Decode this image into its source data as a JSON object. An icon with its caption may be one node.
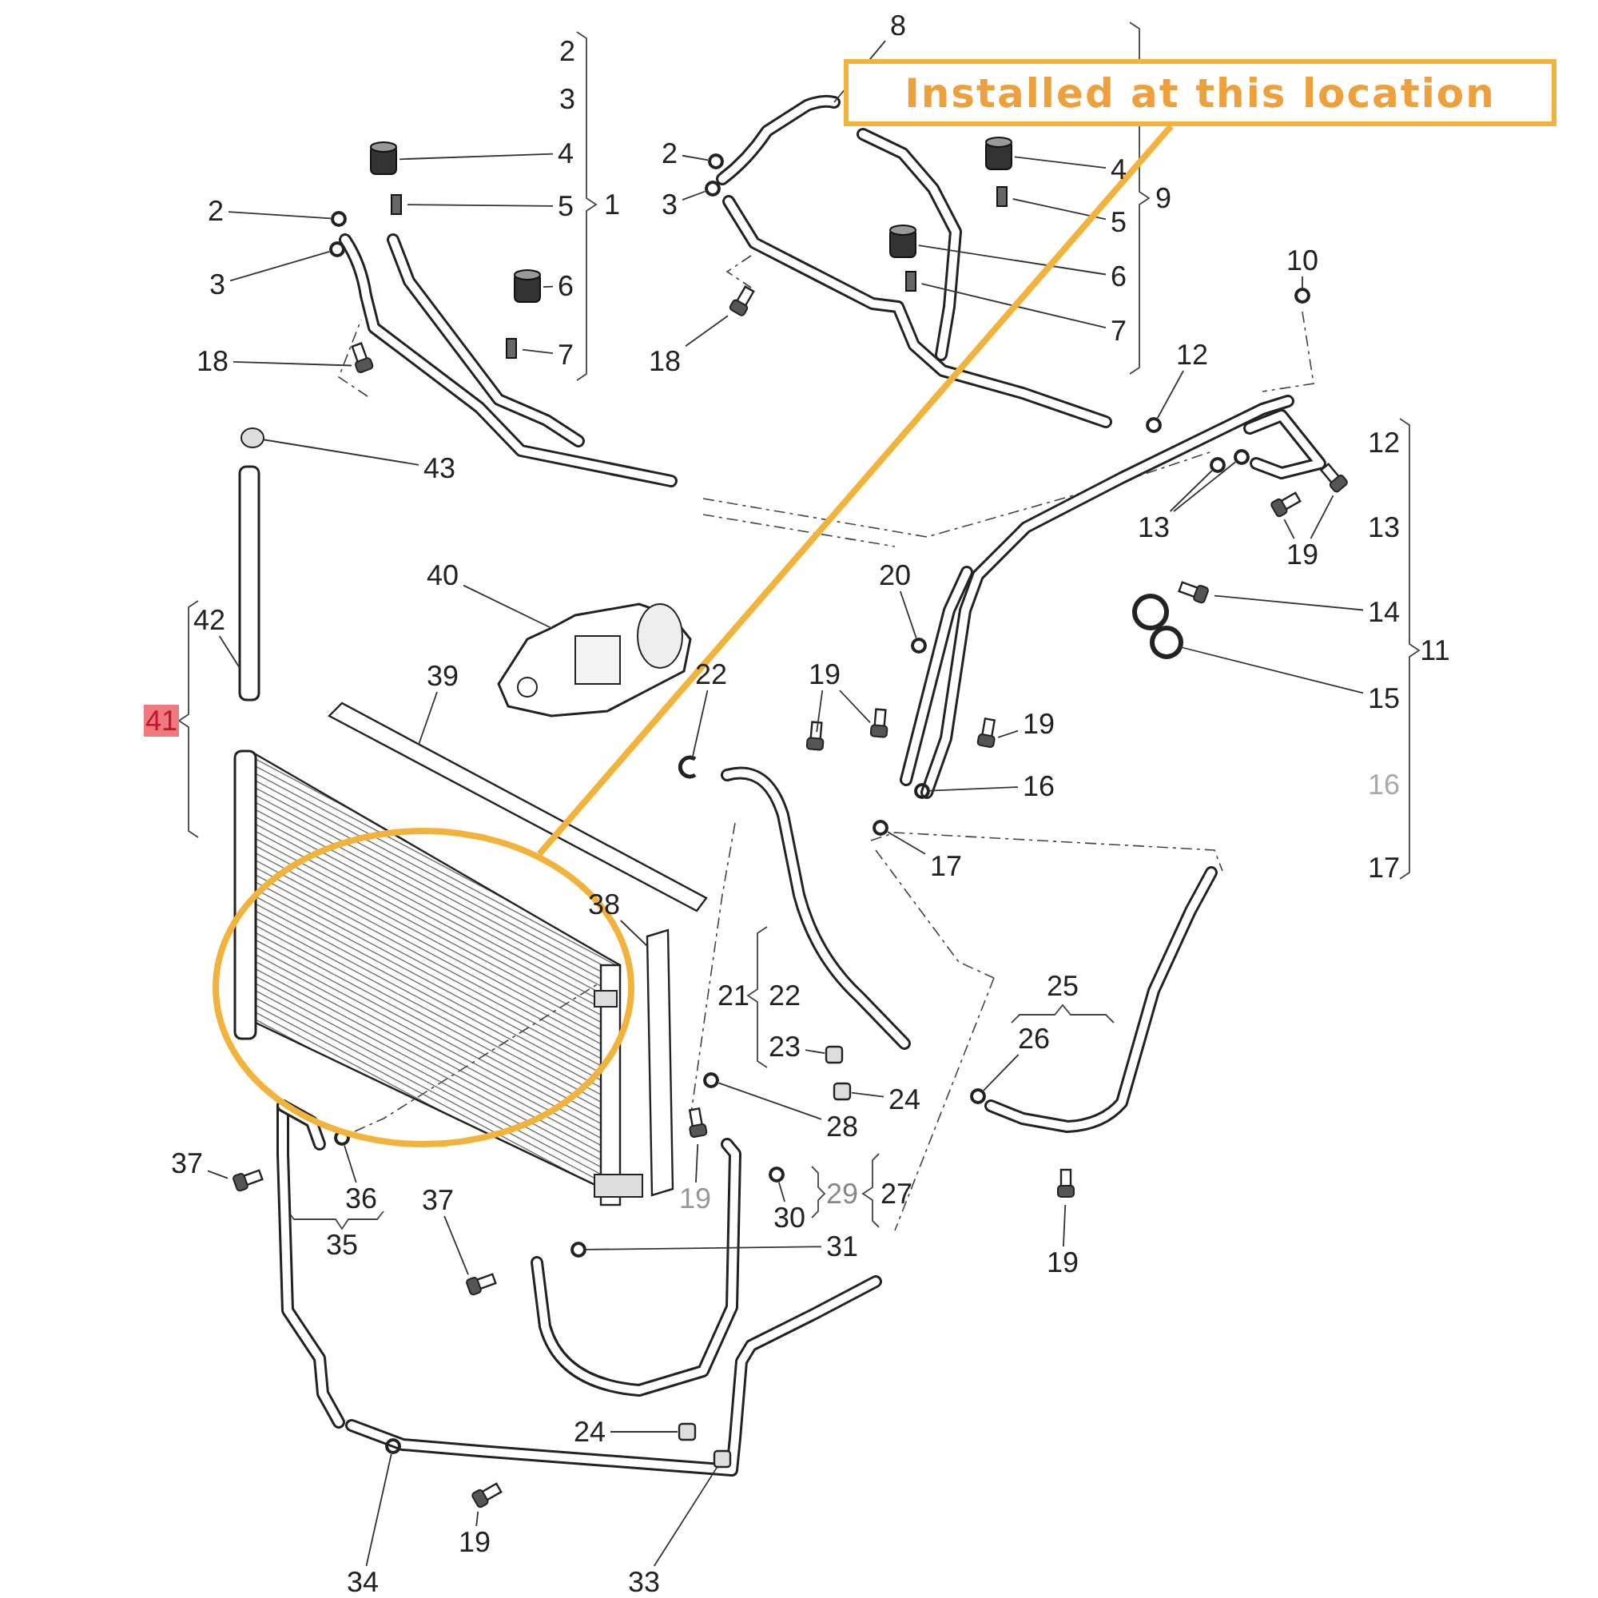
{
  "diagram": {
    "nodes": [
      {
        "text": [
          "8"
        ]
      },
      {
        "text": [
          "Installed at this location"
        ]
      },
      {
        "text": [
          "4"
        ]
      },
      {
        "text": [
          "2"
        ]
      },
      {
        "text": [
          "4"
        ]
      },
      {
        "text": [
          "5"
        ]
      },
      {
        "text": [
          "3"
        ]
      },
      {
        "text": [
          "2"
        ]
      },
      {
        "text": [
          "5"
        ]
      },
      {
        "text": [
          "10"
        ]
      },
      {
        "text": [
          "6"
        ]
      },
      {
        "text": [
          "3"
        ]
      },
      {
        "text": [
          "6"
        ]
      },
      {
        "text": [
          "7"
        ]
      },
      {
        "text": [
          "7"
        ]
      },
      {
        "text": [
          "12"
        ]
      },
      {
        "text": [
          "18"
        ]
      },
      {
        "text": [
          "18"
        ]
      },
      {
        "text": [
          "43"
        ]
      },
      {
        "text": [
          "13"
        ]
      },
      {
        "text": [
          "19"
        ]
      },
      {
        "text": [
          "40"
        ]
      },
      {
        "text": [
          "20"
        ]
      },
      {
        "text": [
          "14"
        ]
      },
      {
        "text": [
          "42"
        ]
      },
      {
        "text": [
          "22"
        ]
      },
      {
        "text": [
          "19"
        ]
      },
      {
        "text": [
          "39"
        ]
      },
      {
        "text": [
          "15"
        ]
      },
      {
        "text": [
          "19"
        ]
      },
      {
        "text": [
          "16"
        ]
      },
      {
        "text": [
          "17"
        ]
      },
      {
        "text": [
          "38"
        ]
      },
      {
        "text": [
          "26"
        ]
      },
      {
        "text": [
          "23"
        ]
      },
      {
        "text": [
          "24"
        ]
      },
      {
        "text": [
          "28"
        ]
      },
      {
        "text": [
          "37"
        ]
      },
      {
        "text": [
          "19"
        ]
      },
      {
        "text": [
          "36"
        ]
      },
      {
        "text": [
          "30"
        ]
      },
      {
        "text": [
          "37"
        ]
      },
      {
        "text": [
          "31"
        ]
      },
      {
        "text": [
          "19"
        ]
      },
      {
        "text": [
          "24"
        ]
      },
      {
        "text": [
          "19"
        ]
      },
      {
        "text": [
          "34"
        ]
      },
      {
        "text": [
          "33"
        ]
      },
      {
        "text": [],
        "shape": "ellipse"
      },
      {
        "text": [],
        "shape": "box"
      },
      {
        "text": [],
        "shape": "circle"
      },
      {
        "text": [],
        "shape": "box"
      },
      {
        "text": [],
        "shape": "box"
      },
      {
        "text": [],
        "shape": "circle"
      },
      {
        "text": [],
        "shape": "circle"
      },
      {
        "text": [],
        "shape": "box"
      },
      {
        "text": [],
        "shape": "circle"
      },
      {
        "text": [],
        "shape": "box"
      },
      {
        "text": [],
        "shape": "circle"
      },
      {
        "text": [],
        "shape": "box"
      },
      {
        "text": [],
        "shape": "box"
      },
      {
        "text": [],
        "shape": "box"
      },
      {
        "text": [],
        "shape": "circle"
      },
      {
        "text": [],
        "shape": "picture"
      },
      {
        "text": [],
        "shape": "picture"
      },
      {
        "text": [],
        "shape": "circle"
      },
      {
        "text": [],
        "shape": "circle"
      },
      {
        "text": [],
        "shape": "circle"
      },
      {
        "text": [],
        "shape": "picture"
      },
      {
        "text": [],
        "shape": "picture"
      },
      {
        "text": [],
        "shape": "picture"
      },
      {
        "text": [],
        "shape": "circle"
      },
      {
        "text": [],
        "shape": "picture"
      },
      {
        "text": [],
        "shape": "box"
      },
      {
        "text": [],
        "shape": "picture"
      },
      {
        "text": [],
        "shape": "picture"
      },
      {
        "text": [],
        "shape": "picture"
      },
      {
        "text": [],
        "shape": "box"
      },
      {
        "text": [],
        "shape": "picture"
      },
      {
        "text": [],
        "shape": "picture"
      },
      {
        "text": [],
        "shape": "circle"
      },
      {
        "text": [],
        "shape": "circle"
      },
      {
        "text": [],
        "shape": "box"
      },
      {
        "text": [],
        "shape": "circle"
      },
      {
        "text": [],
        "shape": "box"
      },
      {
        "text": [],
        "shape": "box"
      },
      {
        "text": [],
        "shape": "circle"
      },
      {
        "text": [],
        "shape": "picture"
      },
      {
        "text": [],
        "shape": "picture"
      },
      {
        "text": [],
        "shape": "circle"
      },
      {
        "text": [],
        "shape": "circle"
      },
      {
        "text": [],
        "shape": "picture"
      },
      {
        "text": [],
        "shape": "circle"
      },
      {
        "text": [],
        "shape": "picture"
      },
      {
        "text": [],
        "shape": "box"
      },
      {
        "text": [],
        "shape": "picture"
      },
      {
        "text": [],
        "shape": "circle"
      },
      {
        "text": [],
        "shape": "box"
      },
      {
        "text": [],
        "shape": "picture"
      }
    ],
    "edges": [
      {
        "from": 0,
        "to": 98,
        "arrow": "none"
      },
      {
        "from": 2,
        "to": 49,
        "arrow": "none"
      },
      {
        "from": 3,
        "to": 50,
        "arrow": "none"
      },
      {
        "from": 4,
        "to": 51,
        "arrow": "none"
      },
      {
        "from": 5,
        "to": 52,
        "arrow": "none"
      },
      {
        "from": 6,
        "to": 53,
        "arrow": "none"
      },
      {
        "from": 7,
        "to": 54,
        "arrow": "none"
      },
      {
        "from": 8,
        "to": 55,
        "arrow": "none"
      },
      {
        "from": 9,
        "to": 56,
        "arrow": "none"
      },
      {
        "from": 10,
        "to": 57,
        "arrow": "none"
      },
      {
        "from": 11,
        "to": 58,
        "arrow": "none"
      },
      {
        "from": 12,
        "to": 59,
        "arrow": "none"
      },
      {
        "from": 13,
        "to": 60,
        "arrow": "none"
      },
      {
        "from": 14,
        "to": 61,
        "arrow": "none"
      },
      {
        "from": 15,
        "to": 62,
        "arrow": "none"
      },
      {
        "from": 16,
        "to": 63,
        "arrow": "none"
      },
      {
        "from": 17,
        "to": 64,
        "arrow": "none"
      },
      {
        "from": 18,
        "to": 65,
        "arrow": "none"
      },
      {
        "from": 19,
        "to": 66,
        "arrow": "none"
      },
      {
        "from": 19,
        "to": 67,
        "arrow": "none"
      },
      {
        "from": 20,
        "to": 68,
        "arrow": "none"
      },
      {
        "from": 20,
        "to": 69,
        "arrow": "none"
      },
      {
        "from": 21,
        "to": 70,
        "arrow": "none"
      },
      {
        "from": 22,
        "to": 71,
        "arrow": "none"
      },
      {
        "from": 23,
        "to": 72,
        "arrow": "none"
      },
      {
        "from": 24,
        "to": 73,
        "arrow": "none"
      },
      {
        "from": 25,
        "to": 74,
        "arrow": "none"
      },
      {
        "from": 26,
        "to": 75,
        "arrow": "none"
      },
      {
        "from": 26,
        "to": 76,
        "arrow": "none"
      },
      {
        "from": 27,
        "to": 77,
        "arrow": "none"
      },
      {
        "from": 28,
        "to": 78,
        "arrow": "none"
      },
      {
        "from": 29,
        "to": 79,
        "arrow": "none"
      },
      {
        "from": 30,
        "to": 80,
        "arrow": "none"
      },
      {
        "from": 31,
        "to": 81,
        "arrow": "none"
      },
      {
        "from": 32,
        "to": 82,
        "arrow": "none"
      },
      {
        "from": 33,
        "to": 83,
        "arrow": "none"
      },
      {
        "from": 34,
        "to": 84,
        "arrow": "none"
      },
      {
        "from": 35,
        "to": 85,
        "arrow": "none"
      },
      {
        "from": 36,
        "to": 86,
        "arrow": "none"
      },
      {
        "from": 37,
        "to": 87,
        "arrow": "none"
      },
      {
        "from": 38,
        "to": 88,
        "arrow": "none"
      },
      {
        "from": 39,
        "to": 89,
        "arrow": "none"
      },
      {
        "from": 40,
        "to": 90,
        "arrow": "none"
      },
      {
        "from": 41,
        "to": 91,
        "arrow": "none"
      },
      {
        "from": 42,
        "to": 92,
        "arrow": "none"
      },
      {
        "from": 43,
        "to": 93,
        "arrow": "none"
      },
      {
        "from": 44,
        "to": 94,
        "arrow": "none"
      },
      {
        "from": 45,
        "to": 95,
        "arrow": "none"
      },
      {
        "from": 46,
        "to": 96,
        "arrow": "none"
      },
      {
        "from": 47,
        "to": 97,
        "arrow": "none"
      },
      {
        "from": 1,
        "to": 48,
        "arrow": "none",
        "style": "thick",
        "color": "#f2b33d"
      }
    ],
    "labels": [
      "2",
      "3",
      "1",
      "9",
      "12",
      "13",
      "11",
      "41",
      "16",
      "17",
      "25",
      "21",
      "22",
      "29",
      "27",
      "35"
    ]
  }
}
